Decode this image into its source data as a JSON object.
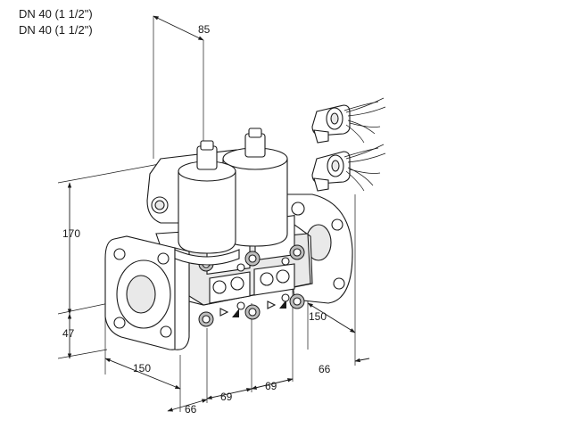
{
  "header": {
    "line1": "DN 40 (1 1/2\")",
    "line2": "DN 40 (1 1/2\")"
  },
  "dimensions": {
    "top_width": "85",
    "height": "170",
    "base_height": "47",
    "flange_left": "150",
    "flange_right": "150",
    "offset_left": "66",
    "offset_right": "66",
    "spacing_a": "69",
    "spacing_b": "69"
  }
}
